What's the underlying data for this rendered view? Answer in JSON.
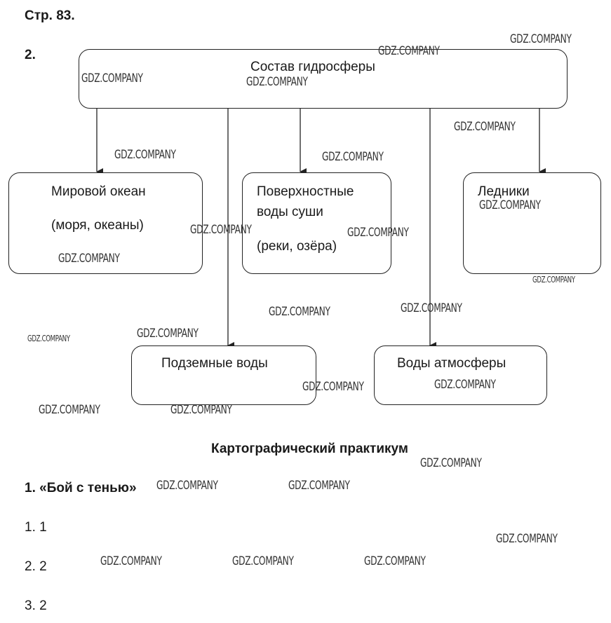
{
  "page_label": "Стр. 83.",
  "task_number": "2.",
  "diagram": {
    "root": "Состав гидросферы",
    "children": [
      {
        "title": "Мировой океан",
        "detail": "(моря, океаны)"
      },
      {
        "title_line1": "Поверхностные",
        "title_line2": "воды суши",
        "detail": "(реки, озёра)"
      },
      {
        "title": "Ледники"
      },
      {
        "title": "Подземные воды"
      },
      {
        "title": "Воды атмосферы"
      }
    ]
  },
  "section_title": "Картографический практикум",
  "exercise_title": "1. «Бой с тенью»",
  "answers": [
    "1. 1",
    "2. 2",
    "3. 2"
  ],
  "watermark": "GDZ.COMPANY",
  "colors": {
    "line": "#222222",
    "text": "#1a1a1a"
  }
}
